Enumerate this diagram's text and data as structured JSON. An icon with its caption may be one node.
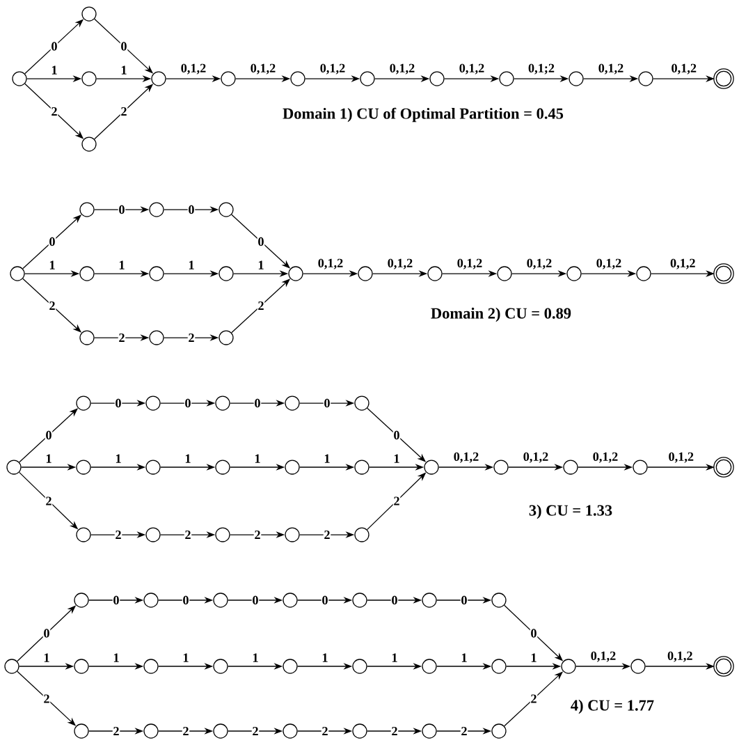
{
  "diagram": {
    "nodes": [
      {
        "text": [],
        "shape": "circle"
      },
      {
        "text": [],
        "shape": "circle"
      },
      {
        "text": [],
        "shape": "circle"
      },
      {
        "text": [],
        "shape": "circle"
      },
      {
        "text": [],
        "shape": "circle"
      },
      {
        "text": [],
        "shape": "circle"
      },
      {
        "text": [],
        "shape": "circle"
      },
      {
        "text": [],
        "shape": "circle"
      },
      {
        "text": [],
        "shape": "circle"
      },
      {
        "text": [],
        "shape": "circle"
      },
      {
        "text": [],
        "shape": "circle"
      },
      {
        "text": [],
        "shape": "circle"
      },
      {
        "text": [],
        "shape": "ring"
      },
      {
        "text": [],
        "shape": "circle"
      },
      {
        "text": [],
        "shape": "circle"
      },
      {
        "text": [],
        "shape": "circle"
      },
      {
        "text": [],
        "shape": "circle"
      },
      {
        "text": [],
        "shape": "circle"
      },
      {
        "text": [],
        "shape": "circle"
      },
      {
        "text": [],
        "shape": "circle"
      },
      {
        "text": [],
        "shape": "circle"
      },
      {
        "text": [],
        "shape": "circle"
      },
      {
        "text": [],
        "shape": "circle"
      },
      {
        "text": [],
        "shape": "circle"
      },
      {
        "text": [],
        "shape": "circle"
      },
      {
        "text": [],
        "shape": "circle"
      },
      {
        "text": [],
        "shape": "circle"
      },
      {
        "text": [],
        "shape": "circle"
      },
      {
        "text": [],
        "shape": "circle"
      },
      {
        "text": [],
        "shape": "ring"
      },
      {
        "text": [],
        "shape": "circle"
      },
      {
        "text": [],
        "shape": "circle"
      },
      {
        "text": [],
        "shape": "circle"
      },
      {
        "text": [],
        "shape": "circle"
      },
      {
        "text": [],
        "shape": "circle"
      },
      {
        "text": [],
        "shape": "circle"
      },
      {
        "text": [],
        "shape": "circle"
      },
      {
        "text": [],
        "shape": "circle"
      },
      {
        "text": [],
        "shape": "circle"
      },
      {
        "text": [],
        "shape": "circle"
      },
      {
        "text": [],
        "shape": "circle"
      },
      {
        "text": [],
        "shape": "circle"
      },
      {
        "text": [],
        "shape": "circle"
      },
      {
        "text": [],
        "shape": "circle"
      },
      {
        "text": [],
        "shape": "circle"
      },
      {
        "text": [],
        "shape": "circle"
      },
      {
        "text": [],
        "shape": "circle"
      },
      {
        "text": [],
        "shape": "circle"
      },
      {
        "text": [],
        "shape": "circle"
      },
      {
        "text": [],
        "shape": "circle"
      },
      {
        "text": [],
        "shape": "ring"
      },
      {
        "text": [],
        "shape": "circle"
      },
      {
        "text": [],
        "shape": "circle"
      },
      {
        "text": [],
        "shape": "circle"
      },
      {
        "text": [],
        "shape": "circle"
      },
      {
        "text": [],
        "shape": "circle"
      },
      {
        "text": [],
        "shape": "circle"
      },
      {
        "text": [],
        "shape": "circle"
      },
      {
        "text": [],
        "shape": "circle"
      },
      {
        "text": [],
        "shape": "circle"
      },
      {
        "text": [],
        "shape": "circle"
      },
      {
        "text": [],
        "shape": "circle"
      },
      {
        "text": [],
        "shape": "circle"
      },
      {
        "text": [],
        "shape": "circle"
      },
      {
        "text": [],
        "shape": "circle"
      },
      {
        "text": [],
        "shape": "circle"
      },
      {
        "text": [],
        "shape": "circle"
      },
      {
        "text": [],
        "shape": "circle"
      },
      {
        "text": [],
        "shape": "circle"
      },
      {
        "text": [],
        "shape": "circle"
      },
      {
        "text": [],
        "shape": "circle"
      },
      {
        "text": [],
        "shape": "circle"
      },
      {
        "text": [],
        "shape": "circle"
      },
      {
        "text": [],
        "shape": "circle"
      },
      {
        "text": [],
        "shape": "circle"
      },
      {
        "text": [],
        "shape": "ring"
      }
    ],
    "edges": [
      {
        "from": 0,
        "to": 1,
        "arrow": "to",
        "label": "0"
      },
      {
        "from": 0,
        "to": 2,
        "arrow": "to",
        "label": "1"
      },
      {
        "from": 0,
        "to": 3,
        "arrow": "to",
        "label": "2"
      },
      {
        "from": 1,
        "to": 4,
        "arrow": "to",
        "label": "0"
      },
      {
        "from": 2,
        "to": 4,
        "arrow": "to",
        "label": "1"
      },
      {
        "from": 3,
        "to": 4,
        "arrow": "to",
        "label": "2"
      },
      {
        "from": 4,
        "to": 5,
        "arrow": "to",
        "label": "0,1,2"
      },
      {
        "from": 5,
        "to": 6,
        "arrow": "to",
        "label": "0,1,2"
      },
      {
        "from": 6,
        "to": 7,
        "arrow": "to",
        "label": "0,1,2"
      },
      {
        "from": 7,
        "to": 8,
        "arrow": "to",
        "label": "0,1,2"
      },
      {
        "from": 8,
        "to": 9,
        "arrow": "to",
        "label": "0,1,2"
      },
      {
        "from": 9,
        "to": 10,
        "arrow": "to",
        "label": "0,1;2"
      },
      {
        "from": 10,
        "to": 11,
        "arrow": "to",
        "label": "0,1,2"
      },
      {
        "from": 11,
        "to": 12,
        "arrow": "to",
        "label": "0,1,2"
      },
      {
        "from": 13,
        "to": 14,
        "arrow": "to",
        "label": "0"
      },
      {
        "from": 13,
        "to": 17,
        "arrow": "to",
        "label": "1"
      },
      {
        "from": 13,
        "to": 20,
        "arrow": "to",
        "label": "2"
      },
      {
        "from": 14,
        "to": 15,
        "arrow": "to",
        "label": "0"
      },
      {
        "from": 15,
        "to": 16,
        "arrow": "to",
        "label": "0"
      },
      {
        "from": 17,
        "to": 18,
        "arrow": "to",
        "label": "1"
      },
      {
        "from": 18,
        "to": 19,
        "arrow": "to",
        "label": "1"
      },
      {
        "from": 20,
        "to": 21,
        "arrow": "to",
        "label": "2"
      },
      {
        "from": 21,
        "to": 22,
        "arrow": "to",
        "label": "2"
      },
      {
        "from": 16,
        "to": 23,
        "arrow": "to",
        "label": "0"
      },
      {
        "from": 19,
        "to": 23,
        "arrow": "to",
        "label": "1"
      },
      {
        "from": 22,
        "to": 23,
        "arrow": "to",
        "label": "2"
      },
      {
        "from": 23,
        "to": 24,
        "arrow": "to",
        "label": "0,1,2"
      },
      {
        "from": 24,
        "to": 25,
        "arrow": "to",
        "label": "0,1,2"
      },
      {
        "from": 25,
        "to": 26,
        "arrow": "to",
        "label": "0,1,2"
      },
      {
        "from": 26,
        "to": 27,
        "arrow": "to",
        "label": "0,1,2"
      },
      {
        "from": 27,
        "to": 28,
        "arrow": "to",
        "label": "0,1,2"
      },
      {
        "from": 28,
        "to": 29,
        "arrow": "to",
        "label": "0,1,2"
      },
      {
        "from": 30,
        "to": 31,
        "arrow": "to",
        "label": "0"
      },
      {
        "from": 30,
        "to": 36,
        "arrow": "to",
        "label": "1"
      },
      {
        "from": 30,
        "to": 41,
        "arrow": "to",
        "label": "2"
      },
      {
        "from": 31,
        "to": 32,
        "arrow": "to",
        "label": "0"
      },
      {
        "from": 32,
        "to": 33,
        "arrow": "to",
        "label": "0"
      },
      {
        "from": 33,
        "to": 34,
        "arrow": "to",
        "label": "0"
      },
      {
        "from": 34,
        "to": 35,
        "arrow": "to",
        "label": "0"
      },
      {
        "from": 36,
        "to": 37,
        "arrow": "to",
        "label": "1"
      },
      {
        "from": 37,
        "to": 38,
        "arrow": "to",
        "label": "1"
      },
      {
        "from": 38,
        "to": 39,
        "arrow": "to",
        "label": "1"
      },
      {
        "from": 39,
        "to": 40,
        "arrow": "to",
        "label": "1"
      },
      {
        "from": 41,
        "to": 42,
        "arrow": "to",
        "label": "2"
      },
      {
        "from": 42,
        "to": 43,
        "arrow": "to",
        "label": "2"
      },
      {
        "from": 43,
        "to": 44,
        "arrow": "to",
        "label": "2"
      },
      {
        "from": 44,
        "to": 45,
        "arrow": "to",
        "label": "2"
      },
      {
        "from": 35,
        "to": 46,
        "arrow": "to",
        "label": "0"
      },
      {
        "from": 40,
        "to": 46,
        "arrow": "to",
        "label": "1"
      },
      {
        "from": 45,
        "to": 46,
        "arrow": "to",
        "label": "2"
      },
      {
        "from": 46,
        "to": 47,
        "arrow": "to",
        "label": "0,1,2"
      },
      {
        "from": 47,
        "to": 48,
        "arrow": "to",
        "label": "0,1,2"
      },
      {
        "from": 48,
        "to": 49,
        "arrow": "to",
        "label": "0,1,2"
      },
      {
        "from": 49,
        "to": 50,
        "arrow": "to",
        "label": "0,1,2"
      },
      {
        "from": 51,
        "to": 52,
        "arrow": "to",
        "label": "0"
      },
      {
        "from": 51,
        "to": 59,
        "arrow": "to",
        "label": "1"
      },
      {
        "from": 51,
        "to": 66,
        "arrow": "to",
        "label": "2"
      },
      {
        "from": 52,
        "to": 53,
        "arrow": "to",
        "label": "0"
      },
      {
        "from": 53,
        "to": 54,
        "arrow": "to",
        "label": "0"
      },
      {
        "from": 54,
        "to": 55,
        "arrow": "to",
        "label": "0"
      },
      {
        "from": 55,
        "to": 56,
        "arrow": "to",
        "label": "0"
      },
      {
        "from": 56,
        "to": 57,
        "arrow": "to",
        "label": "0"
      },
      {
        "from": 57,
        "to": 58,
        "arrow": "to",
        "label": "0"
      },
      {
        "from": 59,
        "to": 60,
        "arrow": "to",
        "label": "1"
      },
      {
        "from": 60,
        "to": 61,
        "arrow": "to",
        "label": "1"
      },
      {
        "from": 61,
        "to": 62,
        "arrow": "to",
        "label": "1"
      },
      {
        "from": 62,
        "to": 63,
        "arrow": "to",
        "label": "1"
      },
      {
        "from": 63,
        "to": 64,
        "arrow": "to",
        "label": "1"
      },
      {
        "from": 64,
        "to": 65,
        "arrow": "to",
        "label": "1"
      },
      {
        "from": 66,
        "to": 67,
        "arrow": "to",
        "label": "2"
      },
      {
        "from": 67,
        "to": 68,
        "arrow": "to",
        "label": "2"
      },
      {
        "from": 68,
        "to": 69,
        "arrow": "to",
        "label": "2"
      },
      {
        "from": 69,
        "to": 70,
        "arrow": "to",
        "label": "2"
      },
      {
        "from": 70,
        "to": 71,
        "arrow": "to",
        "label": "2"
      },
      {
        "from": 71,
        "to": 72,
        "arrow": "to",
        "label": "2"
      },
      {
        "from": 58,
        "to": 73,
        "arrow": "to",
        "label": "0"
      },
      {
        "from": 65,
        "to": 73,
        "arrow": "to",
        "label": "1"
      },
      {
        "from": 72,
        "to": 73,
        "arrow": "to",
        "label": "2"
      },
      {
        "from": 73,
        "to": 74,
        "arrow": "to",
        "label": "0,1,2"
      },
      {
        "from": 74,
        "to": 75,
        "arrow": "to",
        "label": "0,1,2"
      }
    ],
    "labels": [
      "Domain 1) CU of Optimal Partition = 0.45",
      "Domain 2) CU = 0.89",
      "3) CU = 1.33",
      "4) CU = 1.77"
    ]
  }
}
